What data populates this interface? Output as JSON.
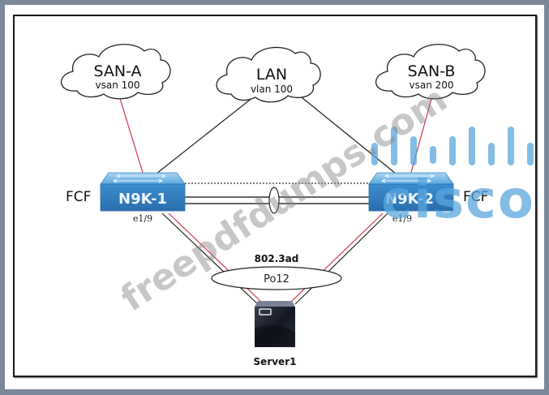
{
  "diagram": {
    "clouds": [
      {
        "id": "san-a",
        "title": "SAN-A",
        "subtitle": "vsan 100"
      },
      {
        "id": "lan",
        "title": "LAN",
        "subtitle": "vlan 100"
      },
      {
        "id": "san-b",
        "title": "SAN-B",
        "subtitle": "vsan 200"
      }
    ],
    "switches": [
      {
        "id": "n9k-1",
        "name": "N9K-1",
        "role": "FCF",
        "port": "e1/9"
      },
      {
        "id": "n9k-2",
        "name": "N9K-2",
        "role": "FCF",
        "port": "e1/9"
      }
    ],
    "port_channel": {
      "protocol": "802.3ad",
      "name": "Po12"
    },
    "server": {
      "name": "Server1"
    },
    "links": [
      {
        "from": "SAN-A",
        "to": "N9K-1",
        "type": "fc"
      },
      {
        "from": "SAN-B",
        "to": "N9K-2",
        "type": "fc"
      },
      {
        "from": "LAN",
        "to": "N9K-1",
        "type": "ethernet"
      },
      {
        "from": "LAN",
        "to": "N9K-2",
        "type": "ethernet"
      },
      {
        "from": "N9K-1",
        "to": "N9K-2",
        "type": "peer-keepalive"
      },
      {
        "from": "N9K-1",
        "to": "N9K-2",
        "type": "peer-link"
      },
      {
        "from": "N9K-1",
        "to": "Server1",
        "type": "fcoe"
      },
      {
        "from": "N9K-2",
        "to": "Server1",
        "type": "fcoe"
      }
    ],
    "colors": {
      "fc_link": "#d2334a",
      "eth_link": "#222222",
      "switch_blue": "#3c8fd0",
      "cisco_blue": "#5aa6dd"
    }
  },
  "watermarks": {
    "site": "freepdfdumps.com",
    "brand": "cisco"
  }
}
